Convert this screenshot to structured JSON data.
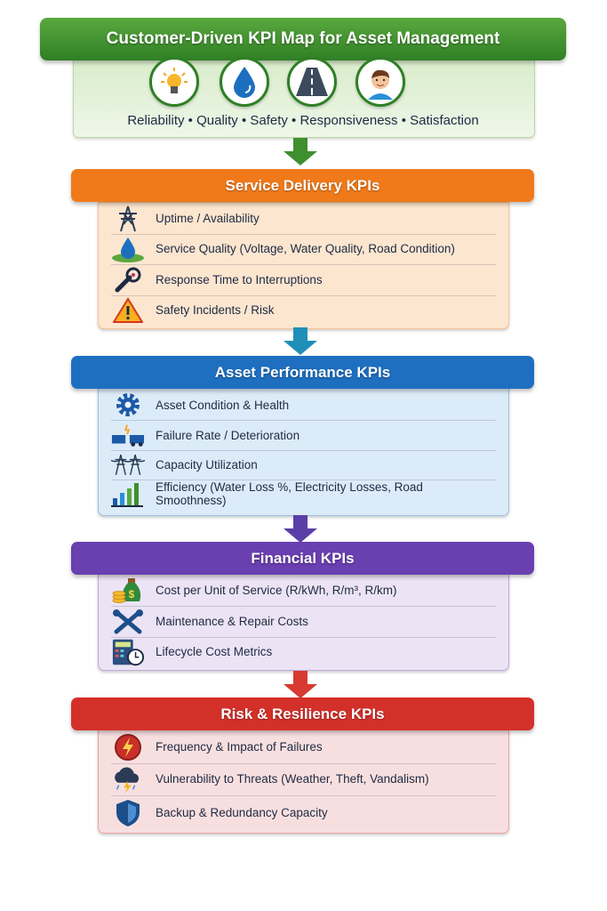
{
  "title": "Customer-Driven KPI Map for Asset Management",
  "customer_icons": [
    "lightbulb-icon",
    "water-drop-icon",
    "road-icon",
    "customer-face-icon"
  ],
  "customer_values": "Reliability • Quality • Safety • Responsiveness • Satisfaction",
  "sections": [
    {
      "id": "service-delivery",
      "title": "Service Delivery KPIs",
      "header_color": "#f07a1a",
      "panel_color": "#fde6cf",
      "arrow_color": "#3f8f2e",
      "items": [
        {
          "label": "Uptime / Availability",
          "icon": "power-pylon-icon"
        },
        {
          "label": "Service Quality (Voltage, Water Quality, Road Condition)",
          "icon": "water-drop-on-ground-icon"
        },
        {
          "label": "Response Time to Interruptions",
          "icon": "wrench-icon"
        },
        {
          "label": "Safety Incidents / Risk",
          "icon": "warning-icon"
        }
      ]
    },
    {
      "id": "asset-performance",
      "title": "Asset Performance KPIs",
      "header_color": "#1e6fc0",
      "panel_color": "#dcebf8",
      "arrow_color": "#1f8fb8",
      "items": [
        {
          "label": "Asset Condition & Health",
          "icon": "gear-icon"
        },
        {
          "label": "Failure Rate / Deterioration",
          "icon": "broken-pipe-icon"
        },
        {
          "label": "Capacity Utilization",
          "icon": "transmission-towers-icon"
        },
        {
          "label": "Efficiency (Water Loss %, Electricity Losses, Road Smoothness)",
          "icon": "bar-chart-icon"
        }
      ]
    },
    {
      "id": "financial",
      "title": "Financial KPIs",
      "header_color": "#6a3fb0",
      "panel_color": "#ece3f4",
      "arrow_color": "#5a3fa8",
      "items": [
        {
          "label": "Cost per Unit of Service (R/kWh, R/m³, R/km)",
          "icon": "money-bag-icon"
        },
        {
          "label": "Maintenance & Repair Costs",
          "icon": "wrench-screwdriver-icon"
        },
        {
          "label": "Lifecycle Cost Metrics",
          "icon": "calculator-clock-icon"
        }
      ]
    },
    {
      "id": "risk-resilience",
      "title": "Risk & Resilience KPIs",
      "header_color": "#d4302a",
      "panel_color": "#f8dfdf",
      "arrow_color": "#d63a30",
      "items": [
        {
          "label": "Frequency & Impact of Failures",
          "icon": "lightning-badge-icon"
        },
        {
          "label": "Vulnerability to Threats (Weather, Theft, Vandalism)",
          "icon": "storm-cloud-icon"
        },
        {
          "label": "Backup & Redundancy Capacity",
          "icon": "shield-icon"
        }
      ]
    }
  ]
}
